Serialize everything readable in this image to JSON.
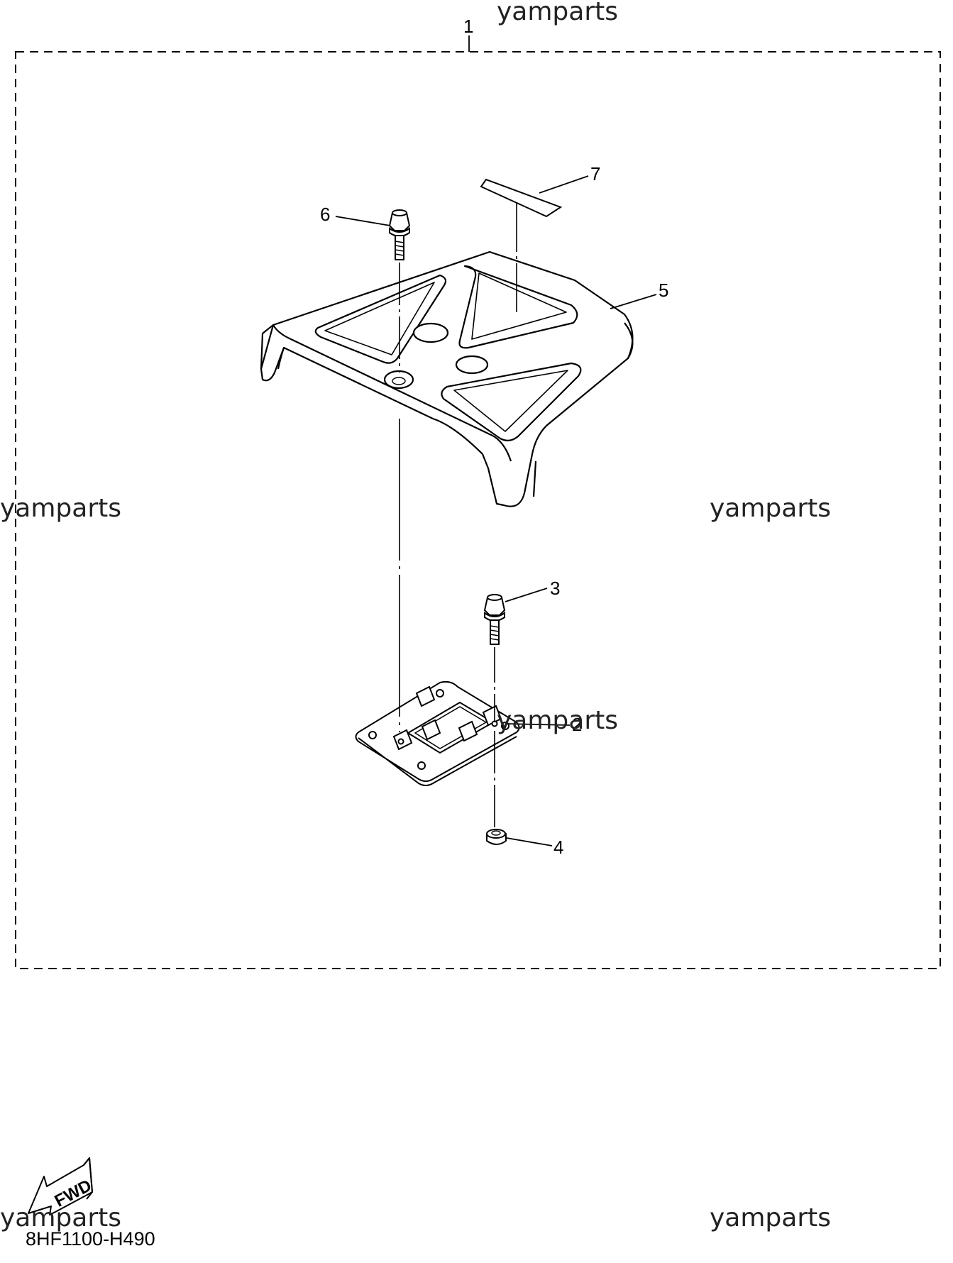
{
  "diagram": {
    "callouts": {
      "c1": "1",
      "c2": "2",
      "c3": "3",
      "c4": "4",
      "c5": "5",
      "c6": "6",
      "c7": "7"
    },
    "watermarks": [
      "yamparts",
      "yamparts",
      "yamparts",
      "yamparts",
      "yamparts",
      "yamparts"
    ],
    "fwd_label": "FWD",
    "drawing_code": "8HF1100-H490"
  }
}
